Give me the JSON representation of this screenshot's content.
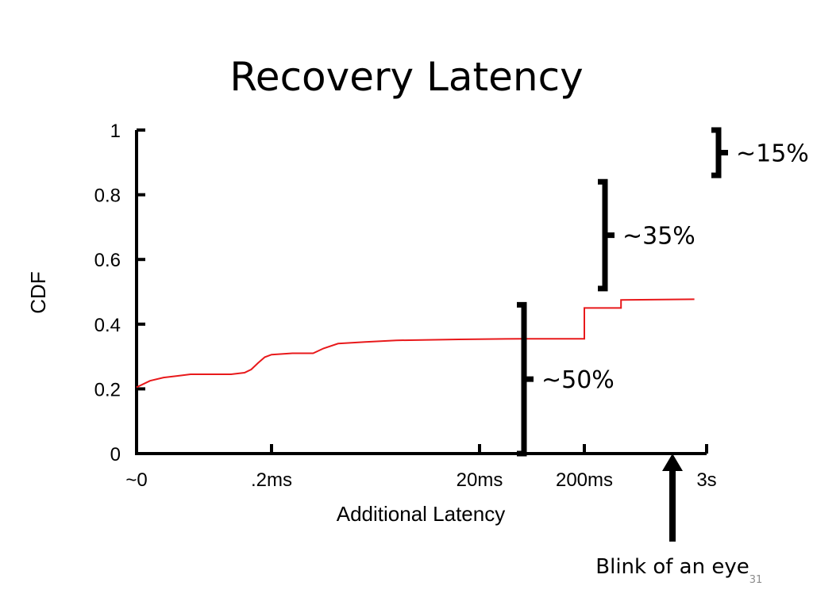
{
  "slide": {
    "title": "Recovery Latency",
    "page_number": "31"
  },
  "chart_data": {
    "type": "line",
    "title": "",
    "xlabel": "Additional Latency",
    "ylabel": "CDF",
    "x_ticks": [
      "~0",
      ".2ms",
      "20ms",
      "200ms",
      "3s"
    ],
    "y_ticks": [
      "0",
      "0.2",
      "0.4",
      "0.6",
      "0.8",
      "1"
    ],
    "ylim": [
      0,
      1
    ],
    "grid": false,
    "series": [
      {
        "color": "#e8191b",
        "points": [
          [
            0,
            0.205
          ],
          [
            0.05,
            0.215
          ],
          [
            0.1,
            0.225
          ],
          [
            0.2,
            0.235
          ],
          [
            0.3,
            0.24
          ],
          [
            0.4,
            0.245
          ],
          [
            0.55,
            0.245
          ],
          [
            0.7,
            0.245
          ],
          [
            0.8,
            0.25
          ],
          [
            0.85,
            0.26
          ],
          [
            0.9,
            0.28
          ],
          [
            0.95,
            0.298
          ],
          [
            1.0,
            0.306
          ],
          [
            1.1,
            0.31
          ],
          [
            1.2,
            0.31
          ],
          [
            1.25,
            0.325
          ],
          [
            1.32,
            0.34
          ],
          [
            1.45,
            0.345
          ],
          [
            1.6,
            0.35
          ],
          [
            1.9,
            0.353
          ],
          [
            2.4,
            0.355
          ],
          [
            3.0,
            0.355
          ],
          [
            3.0,
            0.45
          ],
          [
            3.3,
            0.45
          ],
          [
            3.3,
            0.475
          ],
          [
            3.9,
            0.477
          ]
        ]
      }
    ],
    "annotations": [
      {
        "label": "~50%",
        "from": 0.0,
        "to": 0.46
      },
      {
        "label": "~35%",
        "from": 0.51,
        "to": 0.84
      },
      {
        "label": "~15%",
        "from": 0.86,
        "to": 1.0
      }
    ],
    "marker": {
      "label": "Blink of an eye",
      "between": [
        "200ms",
        "3s"
      ]
    }
  }
}
